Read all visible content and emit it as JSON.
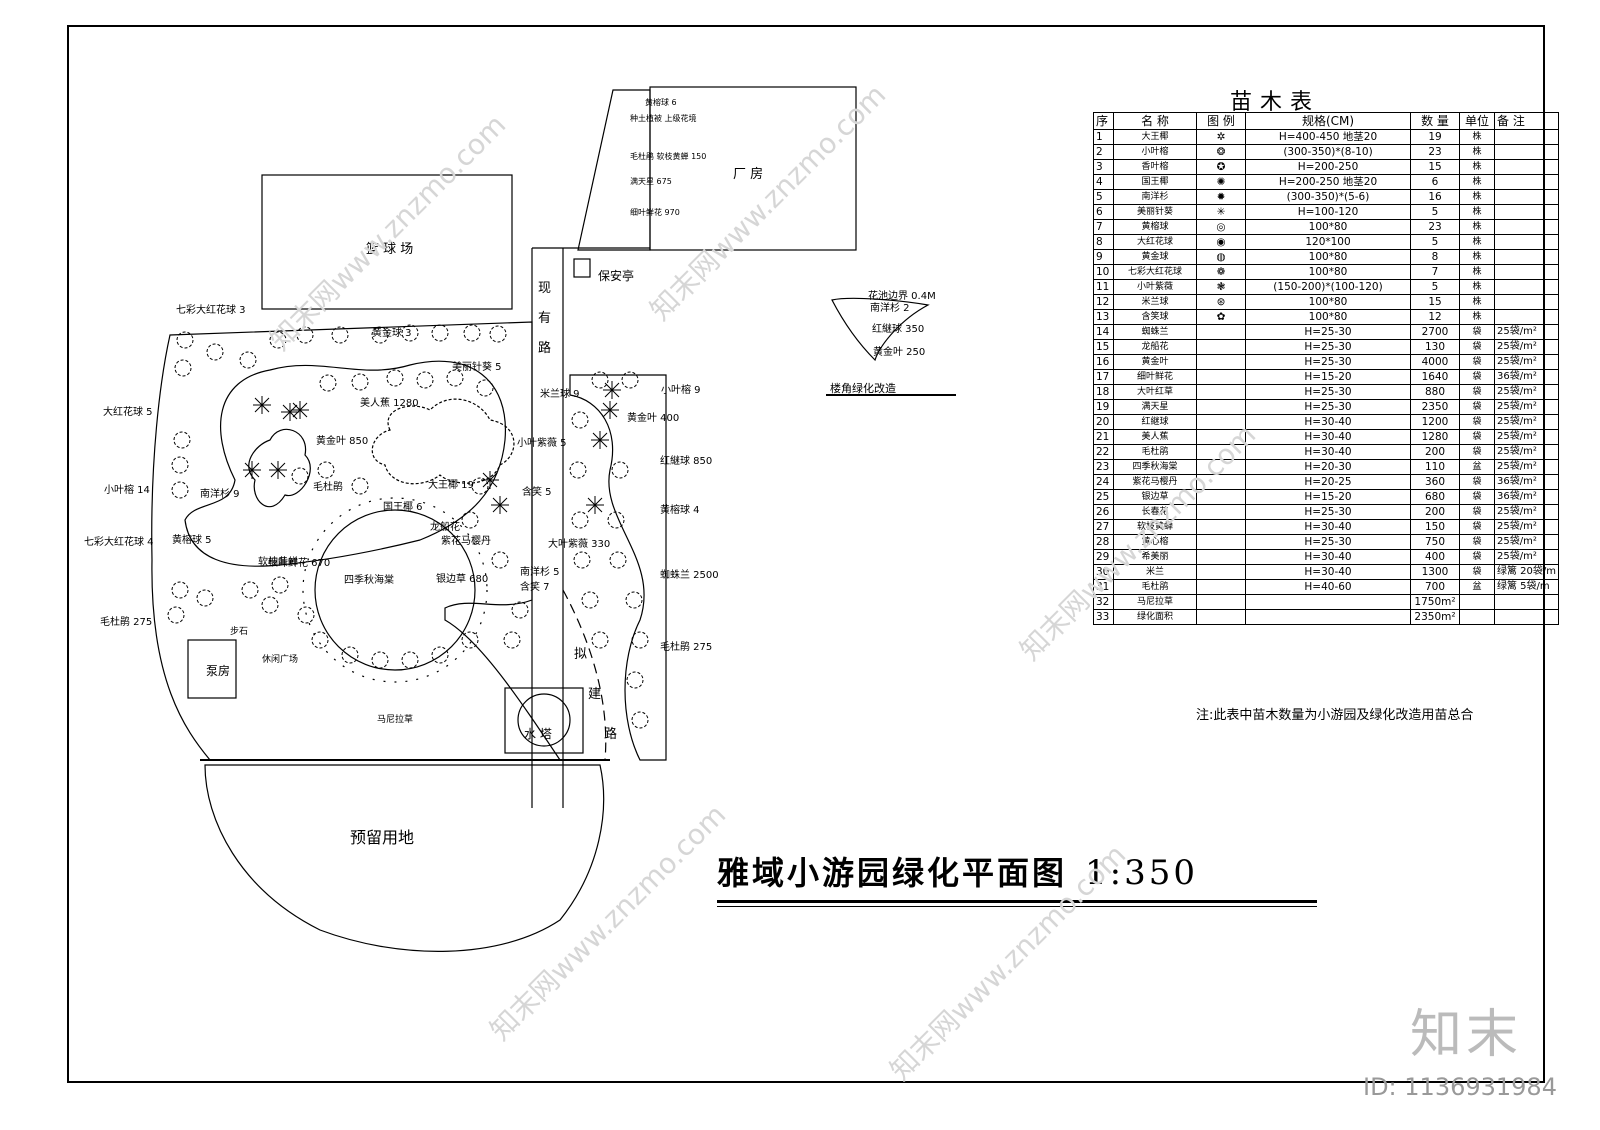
{
  "drawing": {
    "title": "雅域小游园绿化平面图",
    "scale": "1:350",
    "note": "注:此表中苗木数量为小游园及绿化改造用苗总合"
  },
  "site_labels": {
    "basketball": "篮  球  场",
    "factory": "厂  房",
    "guard": "保安亭",
    "existing_road": [
      "现",
      "有",
      "路"
    ],
    "planned_road": [
      "拟",
      "建",
      "路"
    ],
    "reserved": "预留用地",
    "pump_house": "泵房",
    "water_tower": "水 塔",
    "leisure_plaza": "休闲广场",
    "lawn": "马尼拉草",
    "stepping": "步石",
    "corner_title": "楼角绿化改造"
  },
  "callouts": [
    {
      "t": "七彩大红花球 3"
    },
    {
      "t": "黄金球 3"
    },
    {
      "t": "美丽针葵 5"
    },
    {
      "t": "美人蕉 1280"
    },
    {
      "t": "大红花球 5"
    },
    {
      "t": "黄金叶 850"
    },
    {
      "t": "大王椰 19"
    },
    {
      "t": "小叶榕 14"
    },
    {
      "t": "南洋杉 9"
    },
    {
      "t": "毛杜鹃"
    },
    {
      "t": "国王椰 6"
    },
    {
      "t": "七彩大红花球 4"
    },
    {
      "t": "黄榕球 5"
    },
    {
      "t": "软枝黄蝉"
    },
    {
      "t": "细叶鲜花 670"
    },
    {
      "t": "四季秋海棠"
    },
    {
      "t": "银边草 680"
    },
    {
      "t": "龙船花"
    },
    {
      "t": "紫花马樱丹"
    },
    {
      "t": "毛杜鹃 275"
    },
    {
      "t": "米兰球 9"
    },
    {
      "t": "小叶榕 9"
    },
    {
      "t": "黄金叶 400"
    },
    {
      "t": "小叶紫薇 5"
    },
    {
      "t": "红継球 850"
    },
    {
      "t": "含笑 5"
    },
    {
      "t": "黄榕球 4"
    },
    {
      "t": "大叶紫薇 330"
    },
    {
      "t": "蜘蛛兰 2500"
    },
    {
      "t": "南洋杉 5"
    },
    {
      "t": "含笑 7"
    },
    {
      "t": "毛杜鹃 275"
    },
    {
      "t": "黄榕球 6"
    },
    {
      "t": "种土植被 上级花境"
    },
    {
      "t": "毛杜鹃 软枝黄蝉 150"
    },
    {
      "t": "满天星 675"
    },
    {
      "t": "细叶鲜花 970"
    },
    {
      "t": "花池边界 0.4M"
    },
    {
      "t": "南洋杉 2"
    },
    {
      "t": "红継球 350"
    },
    {
      "t": "黄金叶 250"
    }
  ],
  "table": {
    "title": "苗木表",
    "headers": [
      "序",
      "名  称",
      "图 例",
      "规格(CM)",
      "数 量",
      "单位",
      "备 注"
    ],
    "rows": [
      [
        "1",
        "大王椰",
        "✲",
        "H=400-450 地茎20",
        "19",
        "株",
        ""
      ],
      [
        "2",
        "小叶榕",
        "❂",
        "(300-350)*(8-10)",
        "23",
        "株",
        ""
      ],
      [
        "3",
        "香叶榕",
        "✪",
        "H=200-250",
        "15",
        "株",
        ""
      ],
      [
        "4",
        "国王椰",
        "✺",
        "H=200-250 地茎20",
        "6",
        "株",
        ""
      ],
      [
        "5",
        "南洋杉",
        "✹",
        "(300-350)*(5-6)",
        "16",
        "株",
        ""
      ],
      [
        "6",
        "美丽针葵",
        "✳",
        "H=100-120",
        "5",
        "株",
        ""
      ],
      [
        "7",
        "黄榕球",
        "◎",
        "100*80",
        "23",
        "株",
        ""
      ],
      [
        "8",
        "大红花球",
        "◉",
        "120*100",
        "5",
        "株",
        ""
      ],
      [
        "9",
        "黄金球",
        "◍",
        "100*80",
        "8",
        "株",
        ""
      ],
      [
        "10",
        "七彩大红花球",
        "❁",
        "100*80",
        "7",
        "株",
        ""
      ],
      [
        "11",
        "小叶紫薇",
        "❃",
        "(150-200)*(100-120)",
        "5",
        "株",
        ""
      ],
      [
        "12",
        "米兰球",
        "⊛",
        "100*80",
        "15",
        "株",
        ""
      ],
      [
        "13",
        "含笑球",
        "✿",
        "100*80",
        "12",
        "株",
        ""
      ],
      [
        "14",
        "蜘蛛兰",
        "",
        "H=25-30",
        "2700",
        "袋",
        "25袋/m²"
      ],
      [
        "15",
        "龙船花",
        "",
        "H=25-30",
        "130",
        "袋",
        "25袋/m²"
      ],
      [
        "16",
        "黄金叶",
        "",
        "H=25-30",
        "4000",
        "袋",
        "25袋/m²"
      ],
      [
        "17",
        "细叶鲜花",
        "",
        "H=15-20",
        "1640",
        "袋",
        "36袋/m²"
      ],
      [
        "18",
        "大叶红草",
        "",
        "H=25-30",
        "880",
        "袋",
        "25袋/m²"
      ],
      [
        "19",
        "满天星",
        "",
        "H=25-30",
        "2350",
        "袋",
        "25袋/m²"
      ],
      [
        "20",
        "红継球",
        "",
        "H=30-40",
        "1200",
        "袋",
        "25袋/m²"
      ],
      [
        "21",
        "美人蕉",
        "",
        "H=30-40",
        "1280",
        "袋",
        "25袋/m²"
      ],
      [
        "22",
        "毛杜鹃",
        "",
        "H=30-40",
        "200",
        "袋",
        "25袋/m²"
      ],
      [
        "23",
        "四季秋海棠",
        "",
        "H=20-30",
        "110",
        "盆",
        "25袋/m²"
      ],
      [
        "24",
        "紫花马樱丹",
        "",
        "H=20-25",
        "360",
        "袋",
        "36袋/m²"
      ],
      [
        "25",
        "银边草",
        "",
        "H=15-20",
        "680",
        "袋",
        "36袋/m²"
      ],
      [
        "26",
        "长春花",
        "",
        "H=25-30",
        "200",
        "袋",
        "25袋/m²"
      ],
      [
        "27",
        "软枝黄蝉",
        "",
        "H=30-40",
        "150",
        "袋",
        "25袋/m²"
      ],
      [
        "28",
        "黄心榕",
        "",
        "H=25-30",
        "750",
        "袋",
        "25袋/m²"
      ],
      [
        "29",
        "希美丽",
        "",
        "H=30-40",
        "400",
        "袋",
        "25袋/m²"
      ],
      [
        "30",
        "米兰",
        "",
        "H=30-40",
        "1300",
        "袋",
        "绿篱 20袋/m"
      ],
      [
        "31",
        "毛杜鹃",
        "",
        "H=40-60",
        "700",
        "盆",
        "绿篱 5袋/m"
      ],
      [
        "32",
        "马尼拉草",
        "",
        "",
        "1750m²",
        "",
        ""
      ],
      [
        "33",
        "绿化面积",
        "",
        "",
        "2350m²",
        "",
        ""
      ]
    ]
  },
  "watermark": {
    "logo": "知末",
    "id": "ID: 1136931984",
    "diag": "知末网www.znzmo.com"
  }
}
